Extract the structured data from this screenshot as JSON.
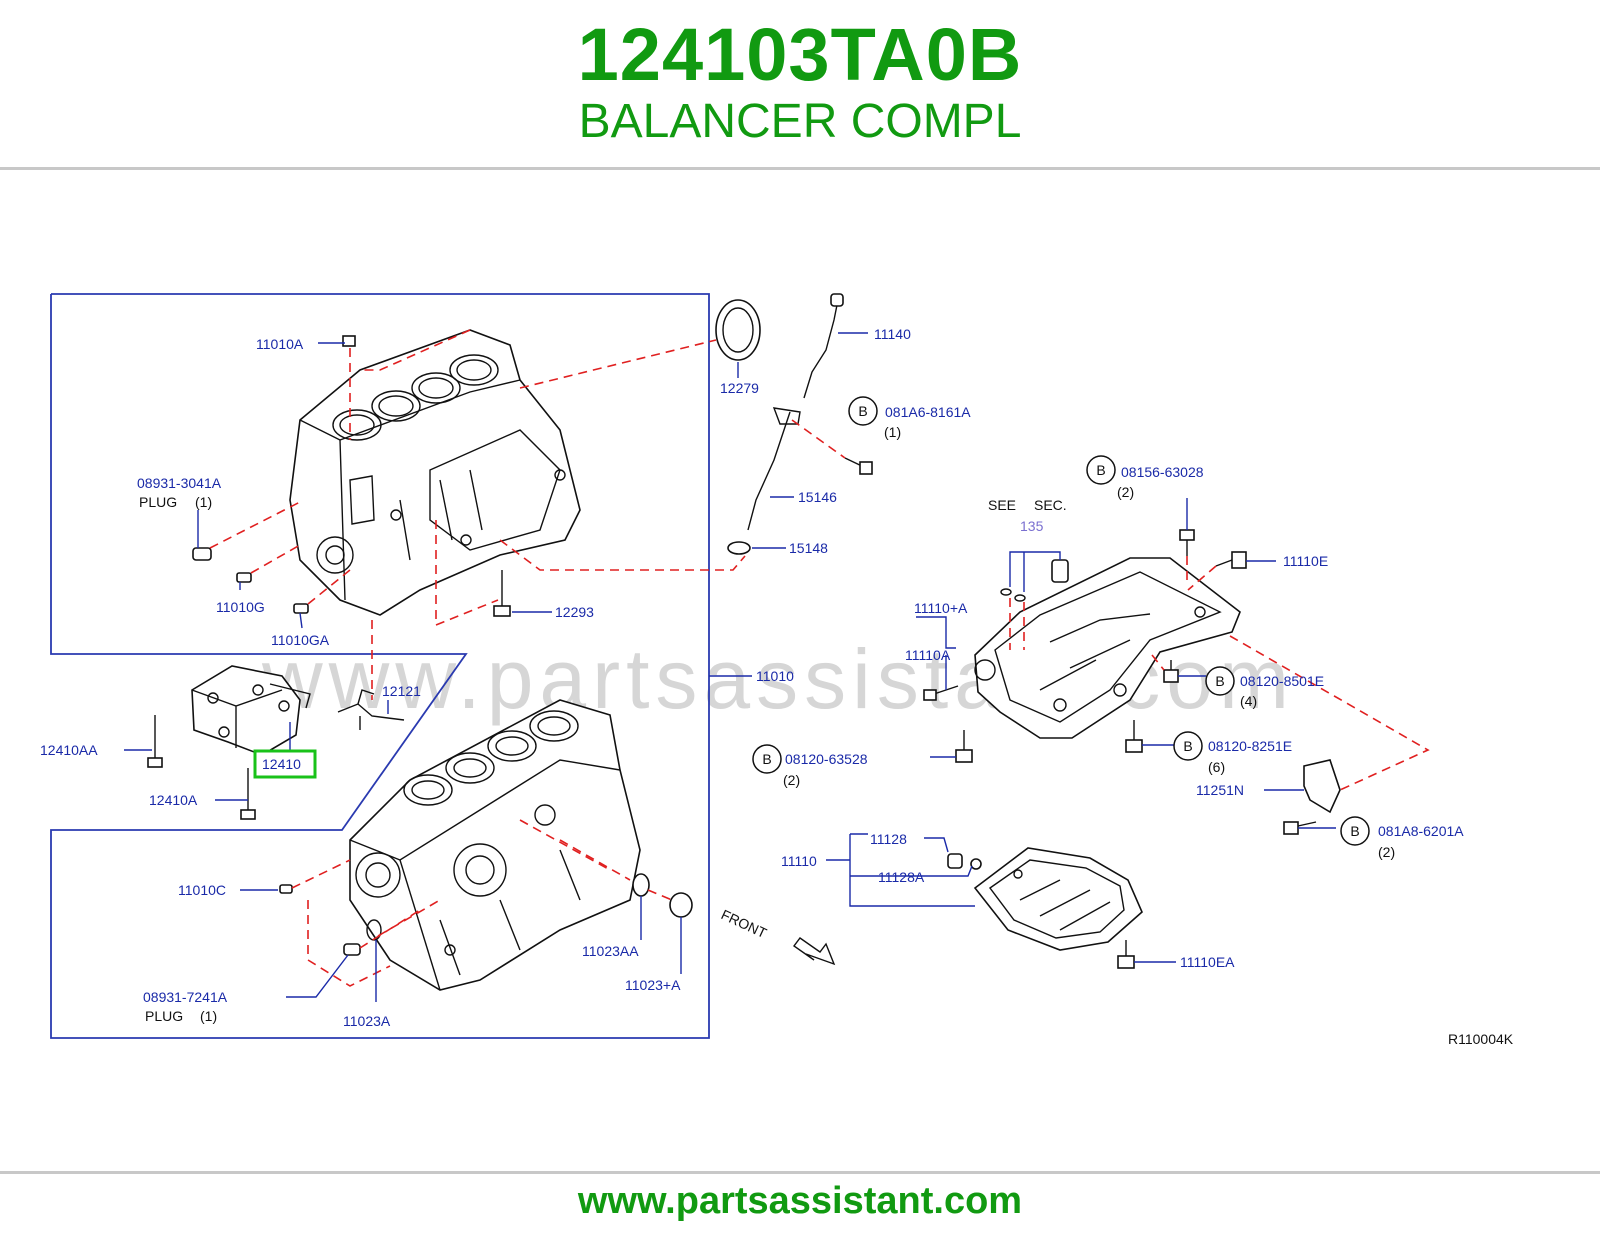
{
  "header": {
    "part_number": "124103TA0B",
    "part_name": "BALANCER COMPL"
  },
  "watermark": "www.partsassistant.com",
  "footer": {
    "url": "www.partsassistant.com"
  },
  "diagram": {
    "code": "R110004K",
    "front_label": "FRONT",
    "see_sec": {
      "see": "SEE",
      "sec": "SEC.",
      "num": "135"
    },
    "bolt_marker": "B",
    "highlighted": "12410",
    "labels": {
      "p11010A": "11010A",
      "p08931_3041A": "08931-3041A",
      "plug1": "PLUG",
      "plug1_qty": "(1)",
      "p11010G": "11010G",
      "p11010GA": "11010GA",
      "p12293": "12293",
      "p12279": "12279",
      "p11140": "11140",
      "p081A6_8161A": "081A6-8161A",
      "q081A6": "(1)",
      "p15146": "15146",
      "p15148": "15148",
      "p11010": "11010",
      "p12121": "12121",
      "p12410AA": "12410AA",
      "p12410A": "12410A",
      "p11010C": "11010C",
      "p08931_7241A": "08931-7241A",
      "plug2": "PLUG",
      "plug2_qty": "(1)",
      "p11023A": "11023A",
      "p11023AA": "11023AA",
      "p11023pA": "11023+A",
      "p08156_63028": "08156-63028",
      "q08156": "(2)",
      "p11110E": "11110E",
      "p11110pA": "11110+A",
      "p11110A": "11110A",
      "p08120_8501E": "08120-8501E",
      "q8501E": "(4)",
      "p08120_63528": "08120-63528",
      "q63528": "(2)",
      "p08120_8251E": "08120-8251E",
      "q8251E": "(6)",
      "p11251N": "11251N",
      "p081A8_6201A": "081A8-6201A",
      "q6201A": "(2)",
      "p11128": "11128",
      "p11110": "11110",
      "p11128A": "11128A",
      "p11110EA": "11110EA"
    }
  },
  "colors": {
    "title_green": "#119a11",
    "label_blue": "#1a2aa8",
    "leader_red": "#e02020",
    "highlight_green": "#19c219"
  }
}
